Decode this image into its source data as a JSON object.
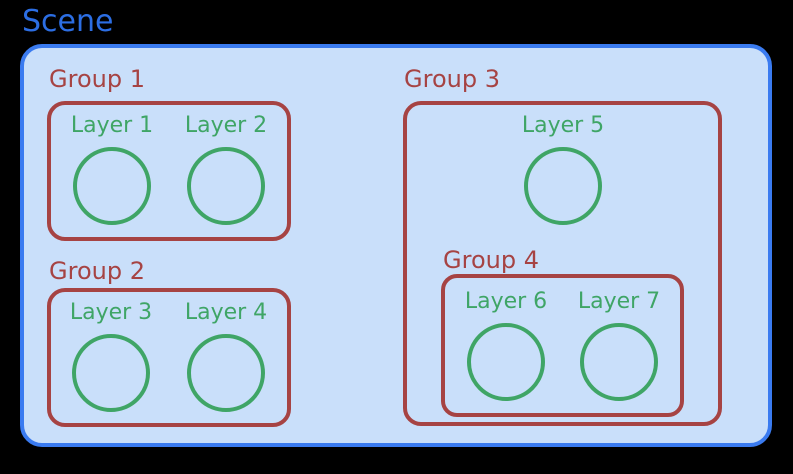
{
  "scene": {
    "title": "Scene",
    "groups": [
      {
        "label": "Group 1",
        "layers": [
          "Layer 1",
          "Layer 2"
        ]
      },
      {
        "label": "Group 2",
        "layers": [
          "Layer 3",
          "Layer 4"
        ]
      },
      {
        "label": "Group 3",
        "layers": [
          "Layer 5"
        ],
        "subgroup": {
          "label": "Group 4",
          "layers": [
            "Layer 6",
            "Layer 7"
          ]
        }
      }
    ]
  },
  "colors": {
    "background": "#000000",
    "scene_title": "#2c6ee3",
    "scene_border": "#3a7bf0",
    "scene_fill": "#c9dffa",
    "group_accent": "#a64343",
    "layer_accent": "#3fa566"
  }
}
